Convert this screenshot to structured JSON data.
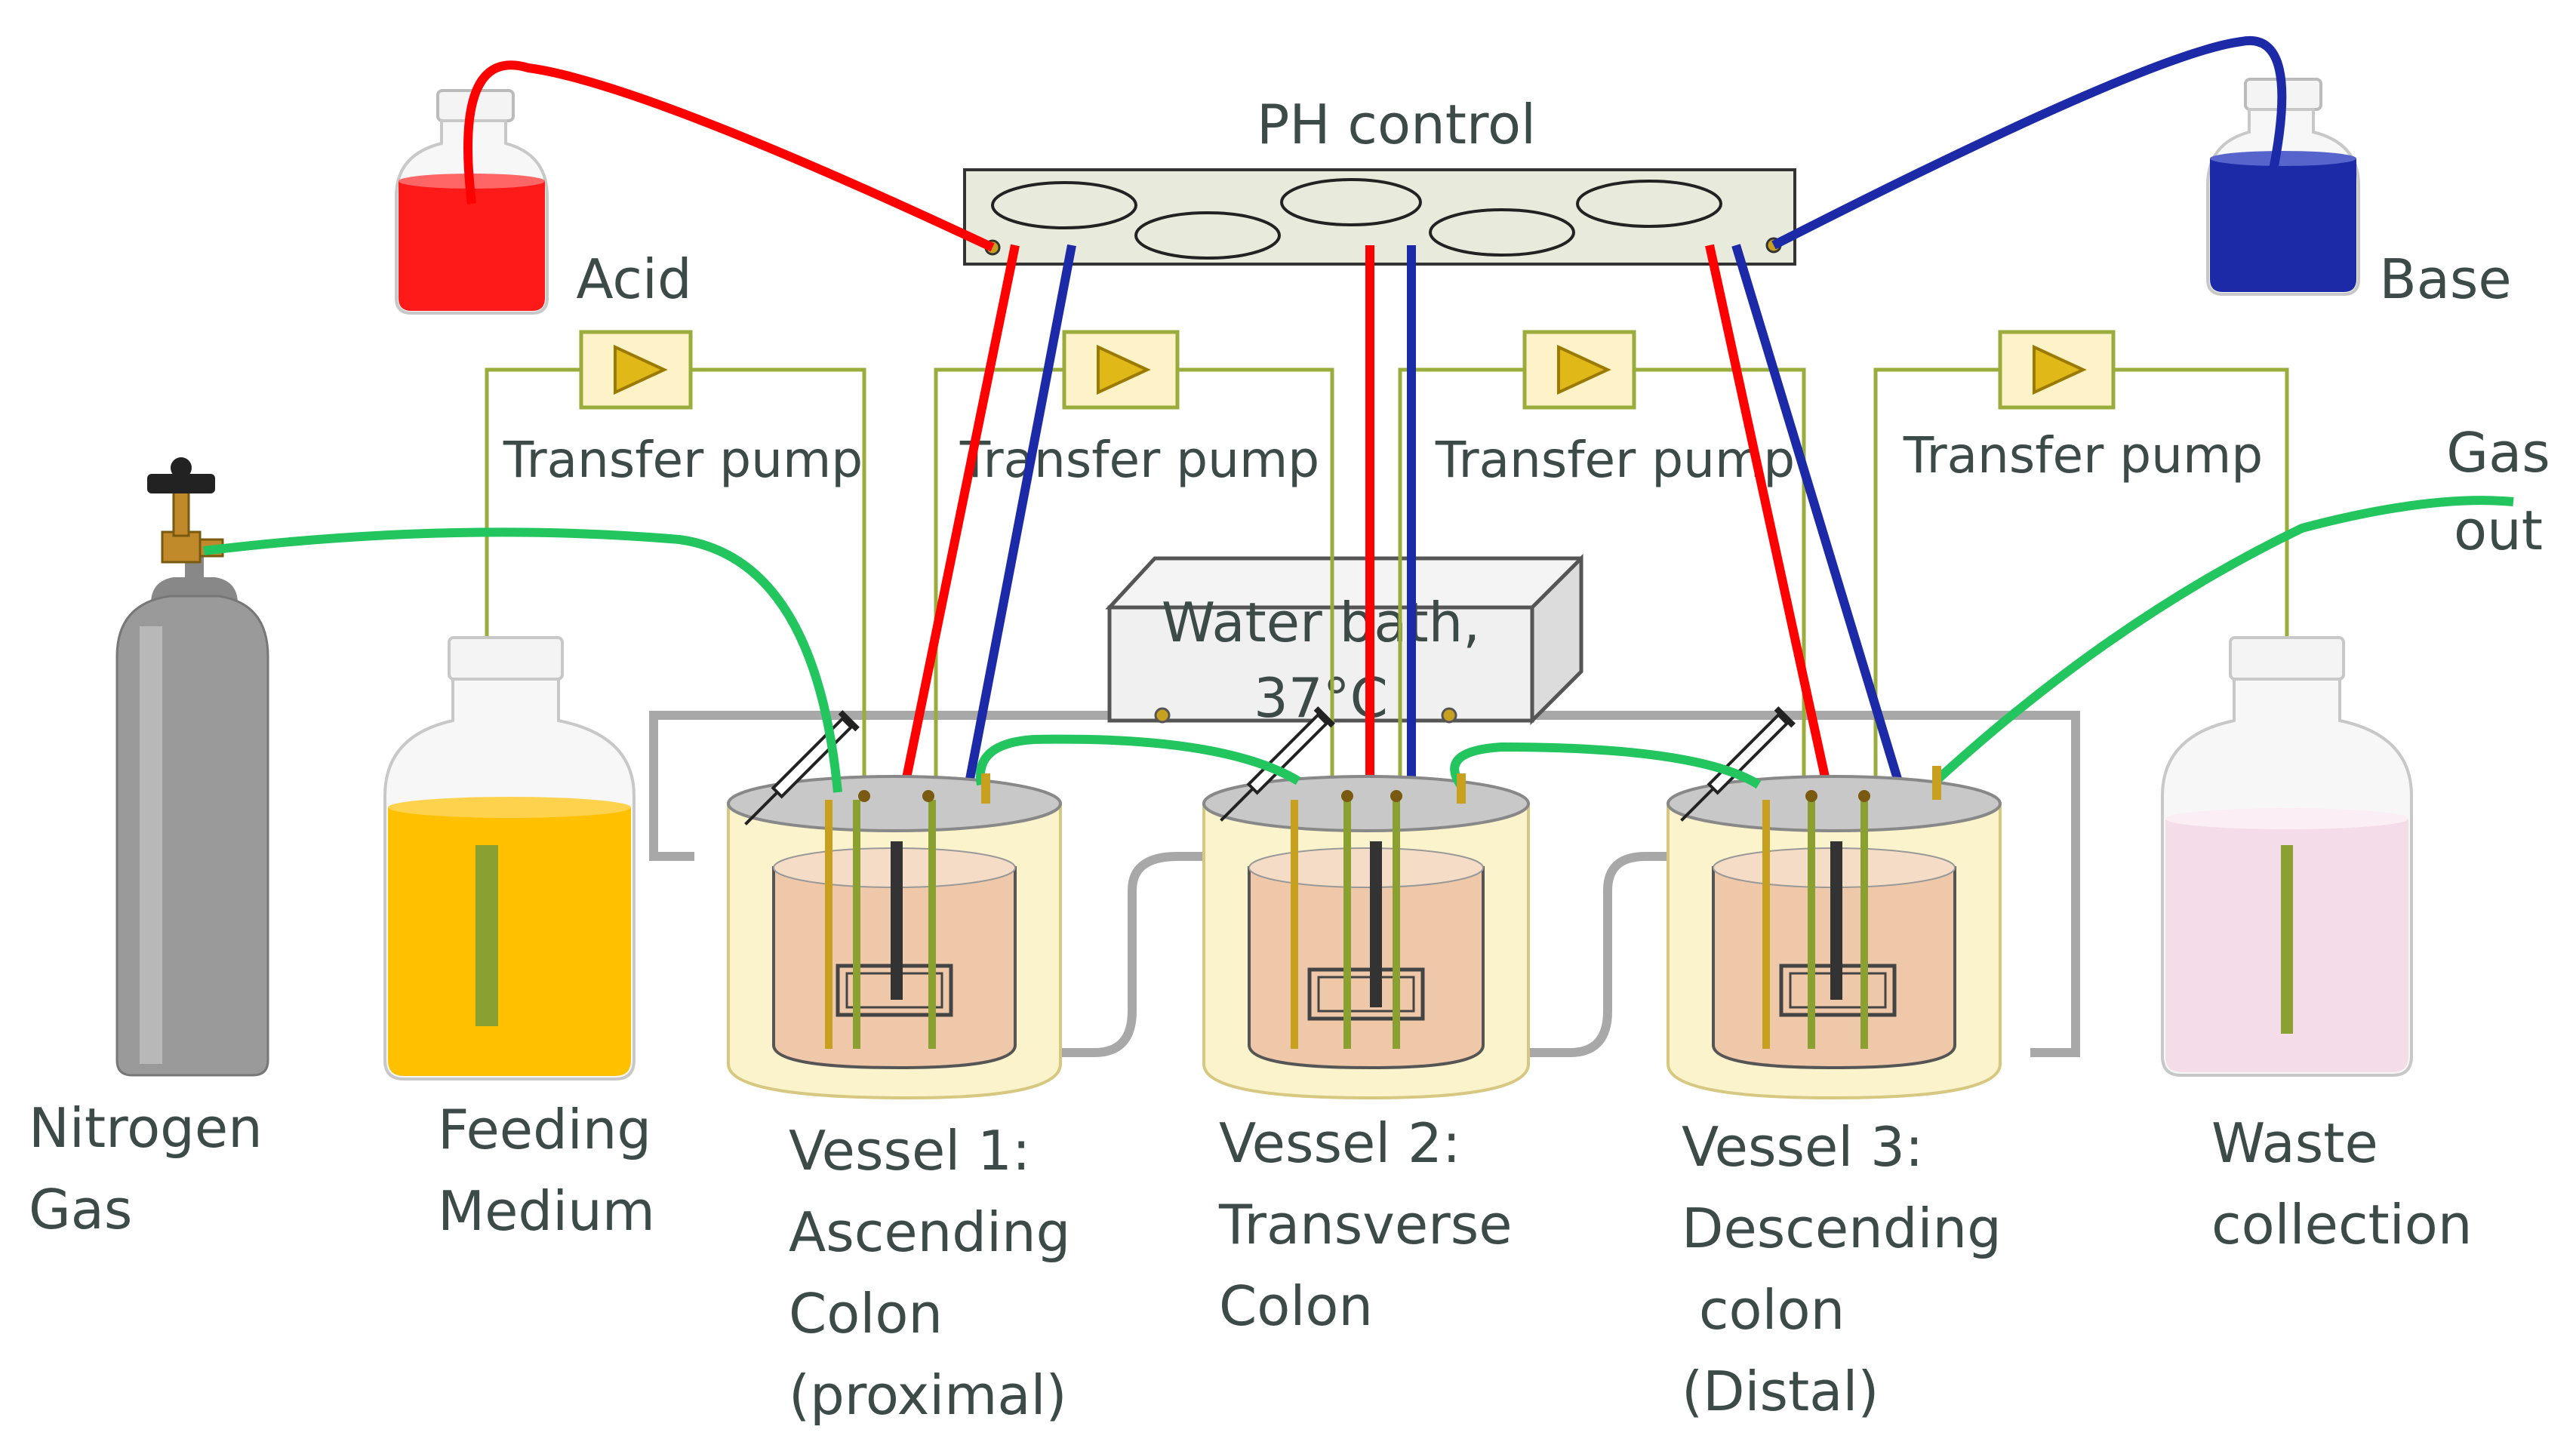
{
  "title": "PH control",
  "labels": {
    "acid": "Acid",
    "base": "Base",
    "gas_out_1": "Gas",
    "gas_out_2": "out",
    "water_bath_1": "Water bath,",
    "water_bath_2": "37°C"
  },
  "pumps": [
    {
      "label": "Transfer pump"
    },
    {
      "label": "Transfer pump"
    },
    {
      "label": "Transfer pump"
    },
    {
      "label": "Transfer pump"
    }
  ],
  "components": {
    "nitrogen": [
      "Nitrogen",
      "Gas"
    ],
    "feeding": [
      "Feeding",
      "Medium"
    ],
    "vessel1": [
      "Vessel 1:",
      "Ascending",
      "Colon",
      "(proximal)"
    ],
    "vessel2": [
      "Vessel 2:",
      "Transverse",
      "Colon"
    ],
    "vessel3": [
      "Vessel 3:",
      "Descending",
      " colon",
      "(Distal)"
    ],
    "waste": [
      "Waste",
      "collection"
    ]
  },
  "colors": {
    "acid": "#ff0000",
    "base": "#1c2aa8",
    "gas_tube": "#22c55e",
    "pump_line": "#9aac3c",
    "pump_box": "#fdf2c8",
    "pump_triangle": "#e0b818",
    "medium": "#ffc000",
    "vessel_liquid": "#f0c8a8",
    "water_jacket": "#fbf3cc",
    "frame": "#a8a8a8",
    "text": "#3c4a48"
  }
}
